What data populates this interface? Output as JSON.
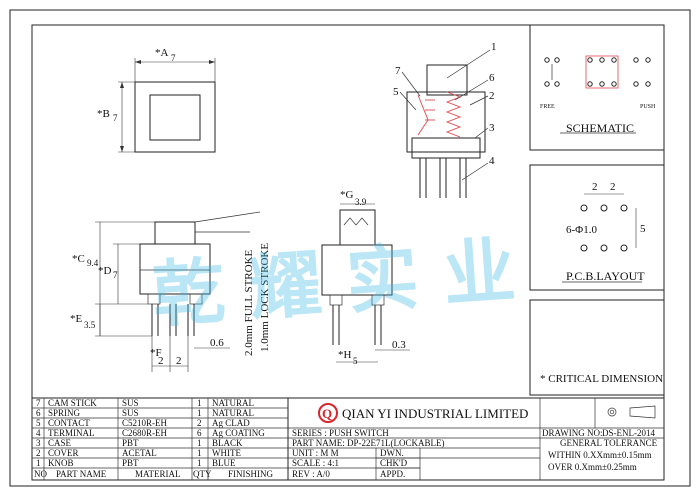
{
  "drawing": {
    "dims": {
      "a": "*A",
      "a_val": "7",
      "b": "*B",
      "b_val": "7",
      "c": "*C",
      "c_val": "9.4",
      "d": "*D",
      "d_val": "7",
      "e": "*E",
      "e_val": "3.5",
      "f": "*F",
      "g": "*G",
      "g_val": "3.9",
      "h": "*H",
      "h_val": "5",
      "pin_spacing_1": "2",
      "pin_spacing_2": "2",
      "pin_width": "0.6",
      "pin_thk": "0.3",
      "full_stroke": "2.0mm FULL STROKE",
      "lock_stroke": "1.0mm LOCK STROKE"
    },
    "callouts": [
      "1",
      "2",
      "3",
      "4",
      "5",
      "6",
      "7"
    ],
    "watermark": "乾 耀 实 业"
  },
  "schematic": {
    "title": "SCHEMATIC",
    "left_label": "FREE",
    "right_label": "PUSH"
  },
  "pcb": {
    "title": "P.C.B.LAYOUT",
    "spacing_1": "2",
    "spacing_2": "2",
    "hole": "6-Φ1.0",
    "height": "5"
  },
  "critical": "* CRITICAL DIMENSION",
  "bom": {
    "rows": [
      {
        "no": "7",
        "name": "CAM STICK",
        "material": "SUS",
        "qty": "1",
        "finish": "NATURAL"
      },
      {
        "no": "6",
        "name": "SPRING",
        "material": "SUS",
        "qty": "1",
        "finish": "NATURAL"
      },
      {
        "no": "5",
        "name": "CONTACT",
        "material": "C5210R-EH",
        "qty": "2",
        "finish": "Ag CLAD"
      },
      {
        "no": "4",
        "name": "TERMINAL",
        "material": "C2680R-EH",
        "qty": "6",
        "finish": "Ag COATING"
      },
      {
        "no": "3",
        "name": "CASE",
        "material": "PBT",
        "qty": "1",
        "finish": "BLACK"
      },
      {
        "no": "2",
        "name": "COVER",
        "material": "ACETAL",
        "qty": "1",
        "finish": "WHITE"
      },
      {
        "no": "1",
        "name": "KNOB",
        "material": "PBT",
        "qty": "1",
        "finish": "BLUE"
      }
    ],
    "headers": {
      "no": "NO",
      "name": "PART NAME",
      "material": "MATERIAL",
      "qty": "QTY",
      "finish": "FINISHING"
    }
  },
  "title_block": {
    "company": "QIAN YI INDUSTRIAL LIMITED",
    "logo_letter": "Q",
    "drawing_no_label": "DRAWING NO:",
    "drawing_no": "DS-ENL-2014",
    "series": "SERIES : PUSH SWITCH",
    "part_name": "PART NAME: DP-22E71L(LOCKABLE)",
    "unit": "UNIT : M M",
    "scale": "SCALE : 4:1",
    "rev": "REV  : A/0",
    "dwn": "DWN.",
    "chkd": "CHK'D",
    "appd": "APPD.",
    "tol_title": "GENERAL TOLERANCE",
    "tol_1": "WITHIN 0.XXmm±0.15mm",
    "tol_2": "OVER   0.Xmm±0.25mm"
  }
}
